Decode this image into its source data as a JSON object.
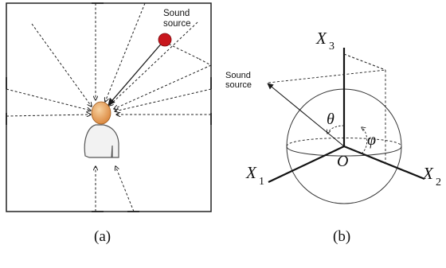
{
  "panel_a": {
    "source_label_line1": "Sound",
    "source_label_line2": "source",
    "caption": "(a)"
  },
  "panel_b": {
    "axis_x1": "X",
    "axis_x1_sub": "1",
    "axis_x2": "X",
    "axis_x2_sub": "2",
    "axis_x3": "X",
    "axis_x3_sub": "3",
    "origin": "O",
    "theta": "θ",
    "phi": "φ",
    "source_label_line1": "Sound",
    "source_label_line2": "source",
    "caption": "(b)"
  },
  "colors": {
    "source_dot": "#c8161d",
    "head_skin": "#e8a060",
    "body_fill": "#f2f2f2",
    "line": "#1a1a1a"
  }
}
